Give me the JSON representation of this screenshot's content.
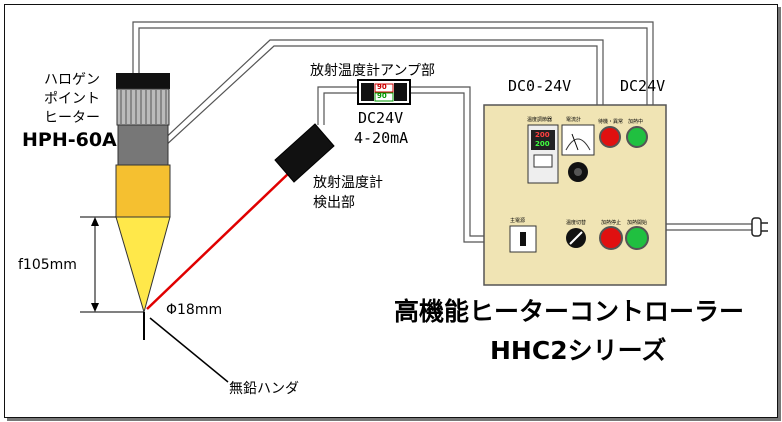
{
  "heater": {
    "name_line1": "ハロゲン",
    "name_line2": "ポイント",
    "name_line3": "ヒーター",
    "model": "HPH-60A",
    "focal_length": "f105mm",
    "spot_diameter": "Φ18mm"
  },
  "solder_label": "無鉛ハンダ",
  "sensor_label_line1": "放射温度計",
  "sensor_label_line2": "検出部",
  "amp": {
    "title": "放射温度計アンプ部",
    "display_top": "90",
    "display_bottom": "90",
    "power": "DC24V",
    "signal": "4-20mA"
  },
  "controller": {
    "power_label_left": "DC0-24V",
    "power_label_right": "DC24V",
    "panel_labels": {
      "temp_controller": "温度調節器",
      "ammeter": "電流計",
      "standby": "待機・異常",
      "heating": "加熱中",
      "main_power": "主電源",
      "selector": "温度切替",
      "stop": "加熱停止",
      "start": "加熱開始",
      "temp_display_top": "200",
      "temp_display_bottom": "200"
    },
    "title": "高機能ヒーターコントローラー",
    "series": "HHC2シリーズ"
  }
}
